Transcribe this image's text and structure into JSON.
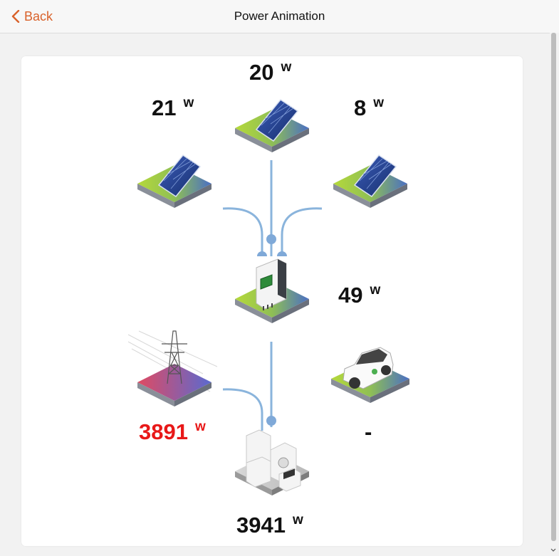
{
  "header": {
    "back_label": "Back",
    "title": "Power Animation"
  },
  "icons": {
    "back": "chevron-left-icon",
    "solar": "solar-panel-icon",
    "inverter": "inverter-icon",
    "grid": "power-tower-icon",
    "car": "electric-car-icon",
    "house": "home-appliances-icon"
  },
  "colors": {
    "accent": "#d9622b",
    "flow_line": "#8ab4dc",
    "grid_value": "#e81818",
    "text": "#111111"
  },
  "power": {
    "unit": "w",
    "solar_top": "20",
    "solar_left": "21",
    "solar_right": "8",
    "inverter": "49",
    "grid": "3891",
    "car": "-",
    "house": "3941"
  }
}
